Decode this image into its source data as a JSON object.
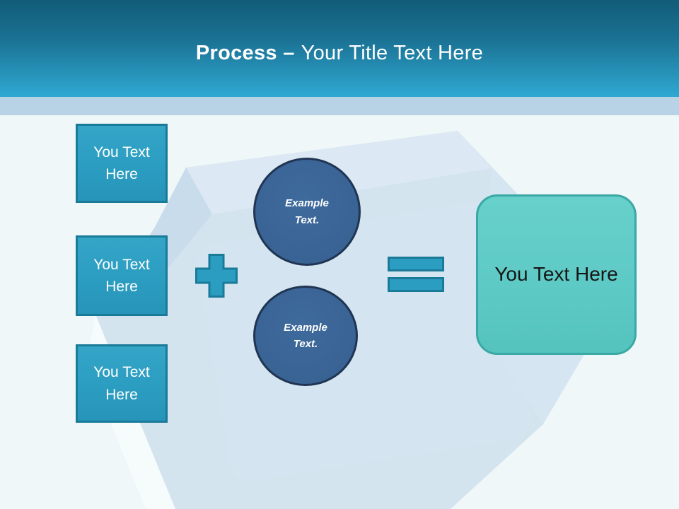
{
  "header": {
    "title_bold": "Process –",
    "title_rest": "Your Title Text Here"
  },
  "process": {
    "inputs": [
      {
        "label": "You Text Here"
      },
      {
        "label": "You Text Here"
      },
      {
        "label": "You Text Here"
      }
    ],
    "factors": [
      {
        "label": "Example Text."
      },
      {
        "label": "Example Text."
      }
    ],
    "operators": {
      "plus_icon": "plus",
      "equals_icon": "equals"
    },
    "result": {
      "label": "You Text Here"
    }
  },
  "colors": {
    "header_gradient_top": "#115C78",
    "header_gradient_bottom": "#2FA9D2",
    "accent_band": "#B9D3E6",
    "content_background": "#EFF7F8",
    "teal_shape_fill": "#2B9DC1",
    "teal_shape_border": "#1A7B99",
    "circle_fill": "#3A6495",
    "circle_border": "#203553",
    "result_fill": "#5ECAC6",
    "result_border": "#3AA8A4",
    "title_text": "#FFFFFF",
    "result_text": "#161616",
    "background_cube": "#C9DDEC"
  }
}
